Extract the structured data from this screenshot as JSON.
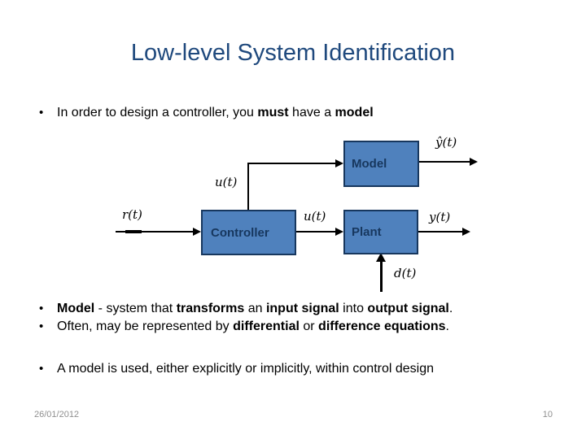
{
  "title": "Low-level System Identification",
  "bullets": [
    {
      "segments": [
        {
          "t": "In order to design a controller, you ",
          "b": false
        },
        {
          "t": "must",
          "b": true
        },
        {
          "t": " have a ",
          "b": false
        },
        {
          "t": "model",
          "b": true
        }
      ]
    },
    {
      "segments": [
        {
          "t": "Model",
          "b": true
        },
        {
          "t": " - system that ",
          "b": false
        },
        {
          "t": "transforms",
          "b": true
        },
        {
          "t": " an ",
          "b": false
        },
        {
          "t": "input signal",
          "b": true
        },
        {
          "t": " into ",
          "b": false
        },
        {
          "t": "output signal",
          "b": true
        },
        {
          "t": ".",
          "b": false
        }
      ]
    },
    {
      "segments": [
        {
          "t": "Often, may be represented by ",
          "b": false
        },
        {
          "t": "differential",
          "b": true
        },
        {
          "t": " or ",
          "b": false
        },
        {
          "t": "difference equations",
          "b": true
        },
        {
          "t": ".",
          "b": false
        }
      ]
    },
    {
      "segments": [
        {
          "t": "A model is used, either explicitly or implicitly, within control design",
          "b": false
        }
      ]
    }
  ],
  "bullet_marker": "•",
  "diagram": {
    "boxes": {
      "controller": {
        "label": "Controller"
      },
      "model": {
        "label": "Model"
      },
      "plant": {
        "label": "Plant"
      }
    },
    "signals": {
      "r": "r(t)",
      "u": "u(t)",
      "y": "y(t)",
      "yhat": "ŷ(t)",
      "d": "d(t)"
    }
  },
  "footer": {
    "date": "26/01/2012",
    "page": "10"
  },
  "colors": {
    "box_fill": "#4F81BD",
    "box_border": "#17375E",
    "box_text": "#17375E",
    "title_color": "#1F497D",
    "footer_color": "#8F8F8F",
    "line_color": "#000000"
  }
}
